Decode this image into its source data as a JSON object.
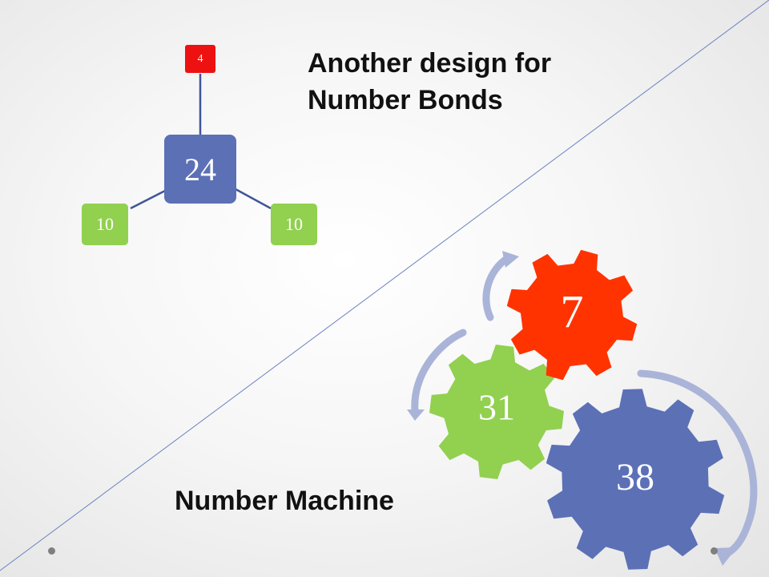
{
  "number_bonds": {
    "title_line1": "Another design for",
    "title_line2": "Number Bonds",
    "whole": "24",
    "part_top": "4",
    "part_left": "10",
    "part_right": "10"
  },
  "number_machine": {
    "title": "Number Machine",
    "gear_large": "38",
    "gear_medium": "31",
    "gear_small": "7"
  },
  "colors": {
    "blue": "#5c70b6",
    "green": "#92d050",
    "red": "#ff3300",
    "box_red": "#ee1111",
    "arrow": "#aab4d8",
    "divider": "#6b82c0",
    "connector": "#3f5596"
  }
}
